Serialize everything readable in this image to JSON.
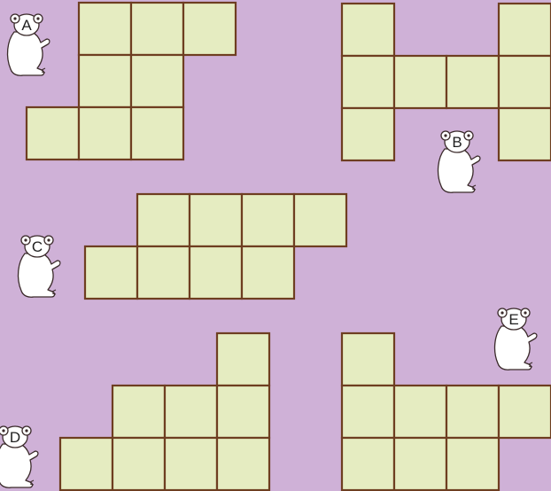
{
  "figures": [
    {
      "label": "A",
      "cells": 8
    },
    {
      "label": "B",
      "cells": 8
    },
    {
      "label": "C",
      "cells": 8
    },
    {
      "label": "D",
      "cells": 8
    },
    {
      "label": "E",
      "cells": 8
    }
  ],
  "colors": {
    "background": "#cfb1d7",
    "cell_fill": "#e5ecc1",
    "cell_border": "#6e3e21",
    "koala_fill": "#ffffff"
  }
}
